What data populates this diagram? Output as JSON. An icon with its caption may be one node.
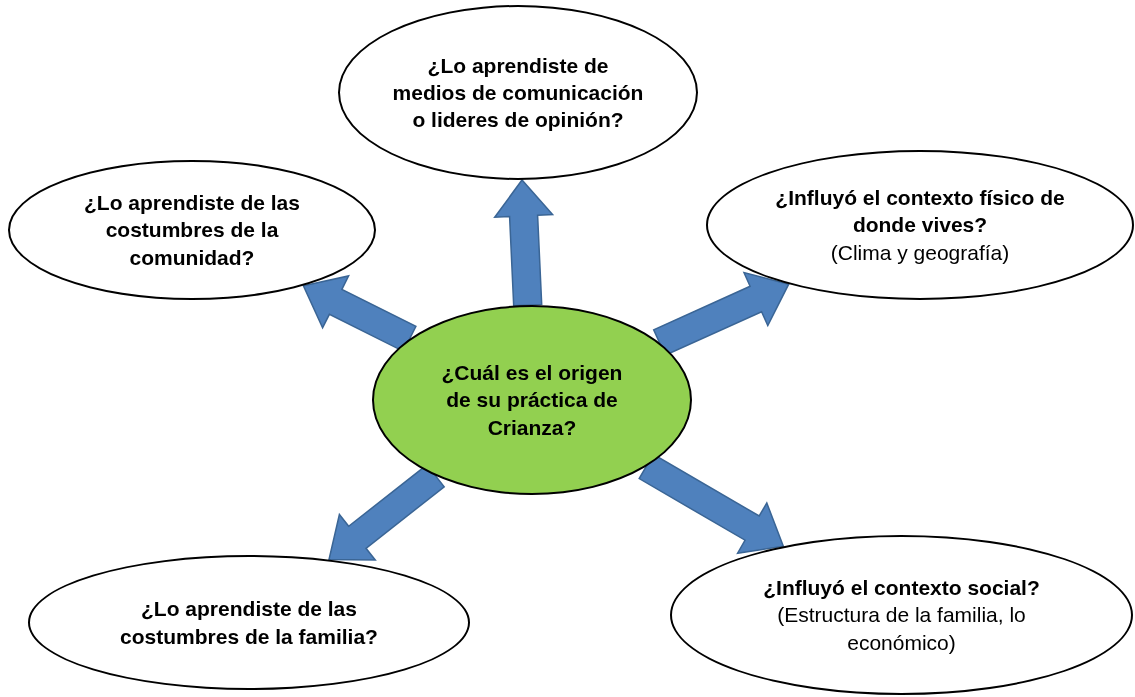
{
  "diagram": {
    "nodes": [
      {
        "text": [
          "¿Cuál es el origen de su práctica de Crianza?"
        ]
      },
      {
        "text": [
          "¿Lo aprendiste de medios de comunicación o lideres de opinión?"
        ]
      },
      {
        "text": [
          "¿Lo aprendiste de las costumbres de la comunidad?"
        ]
      },
      {
        "text": [
          "¿Influyó el contexto físico de donde vives?",
          "(Clima y geografía)"
        ]
      },
      {
        "text": [
          "¿Lo aprendiste de las costumbres de la familia?"
        ]
      },
      {
        "text": [
          "¿Influyó el contexto social?",
          "(Estructura de la familia, lo económico)"
        ]
      }
    ],
    "edges": [
      {
        "from": 0,
        "to": 1,
        "arrow": "to"
      },
      {
        "from": 0,
        "to": 2,
        "arrow": "to"
      },
      {
        "from": 0,
        "to": 3,
        "arrow": "to"
      },
      {
        "from": 0,
        "to": 4,
        "arrow": "to"
      },
      {
        "from": 0,
        "to": 5,
        "arrow": "to"
      }
    ]
  }
}
